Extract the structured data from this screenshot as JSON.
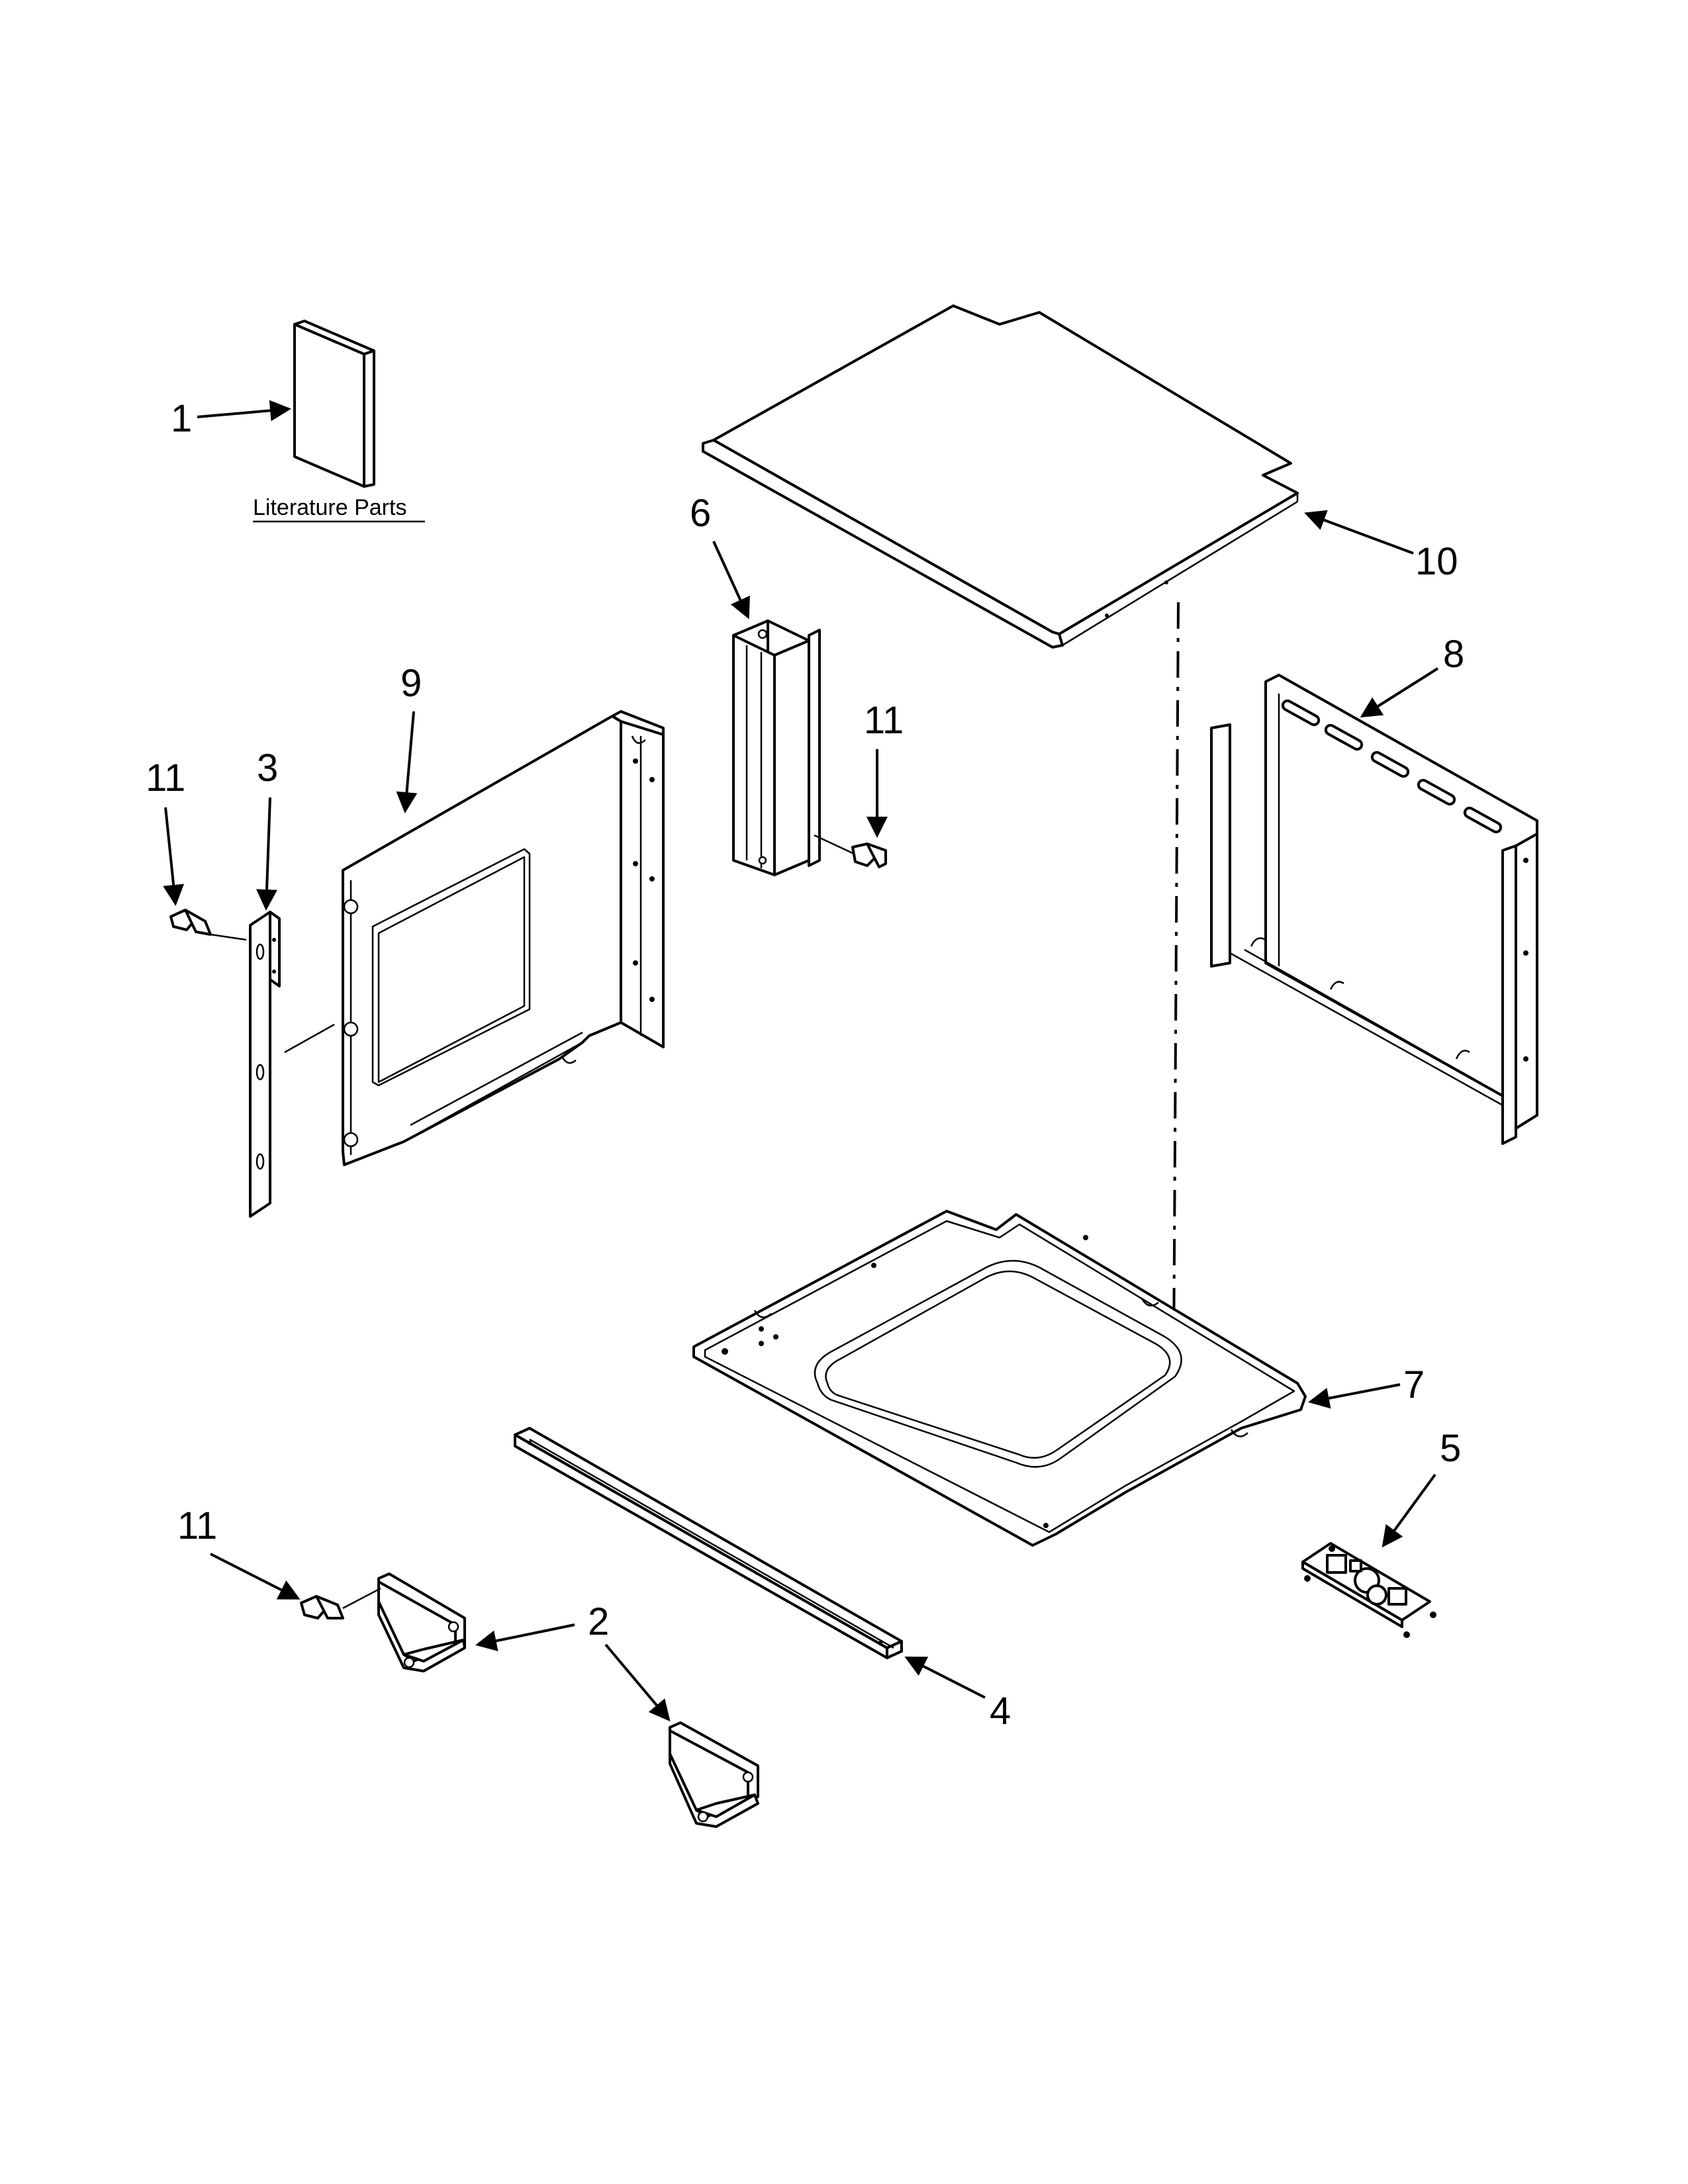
{
  "callouts": {
    "c1": "1",
    "c2": "2",
    "c3": "3",
    "c4": "4",
    "c5": "5",
    "c6": "6",
    "c7": "7",
    "c8": "8",
    "c9": "9",
    "c10": "10",
    "c11a": "11",
    "c11b": "11",
    "c11c": "11"
  },
  "literature_caption": "Literature Parts"
}
